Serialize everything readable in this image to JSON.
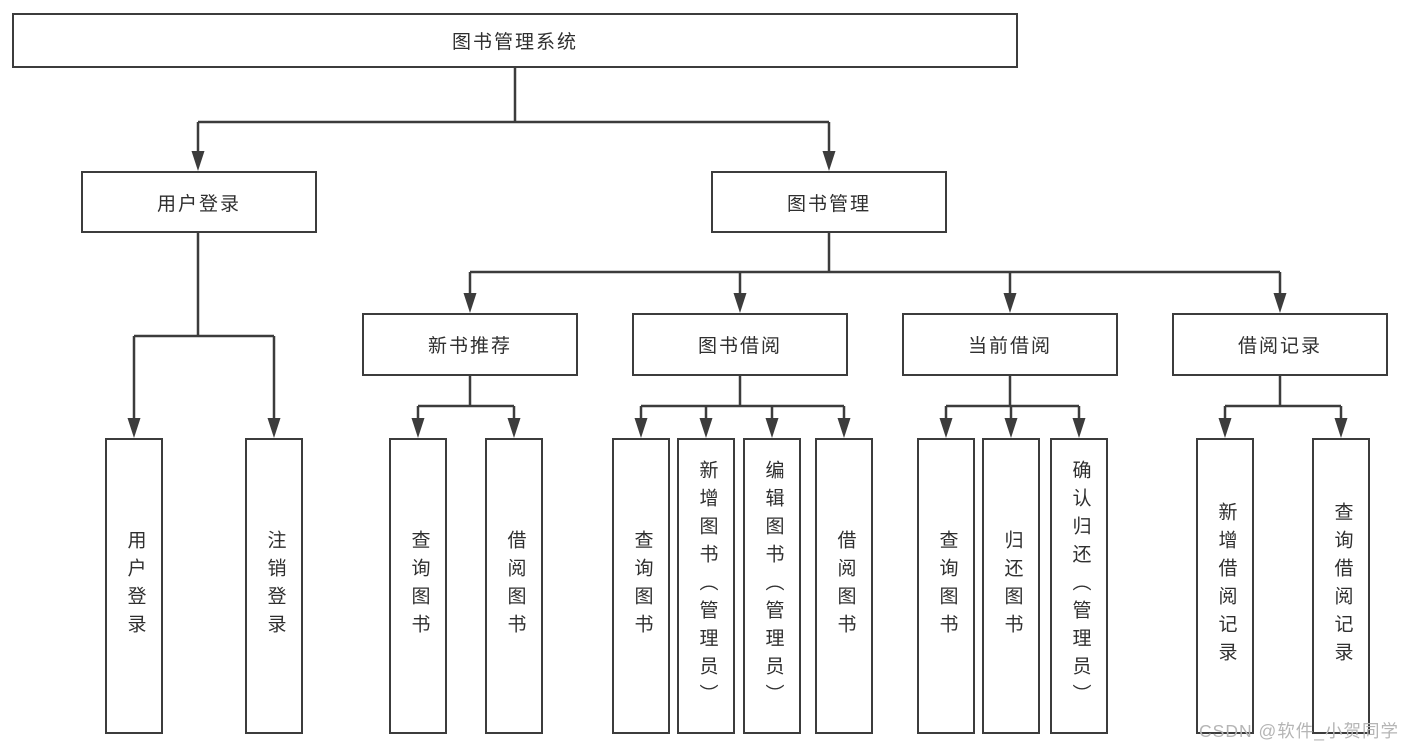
{
  "nodes": {
    "root": "图书管理系统",
    "user_login": "用户登录",
    "book_mgmt": "图书管理",
    "new_books": "新书推荐",
    "book_borrow": "图书借阅",
    "current_borrow": "当前借阅",
    "borrow_records": "借阅记录"
  },
  "leaves": {
    "user_login": [
      "用户登录",
      "注销登录"
    ],
    "new_books": [
      "查询图书",
      "借阅图书"
    ],
    "book_borrow": [
      "查询图书",
      "新增图书（管理员）",
      "编辑图书（管理员）",
      "借阅图书"
    ],
    "current_borrow": [
      "查询图书",
      "归还图书",
      "确认归还（管理员）"
    ],
    "borrow_records": [
      "新增借阅记录",
      "查询借阅记录"
    ]
  },
  "watermark": "CSDN @软件_小贺同学",
  "colors": {
    "line": "#3c3c3c",
    "text": "#2f2f2f",
    "watermark": "#b5b5b5",
    "background": "#ffffff"
  }
}
